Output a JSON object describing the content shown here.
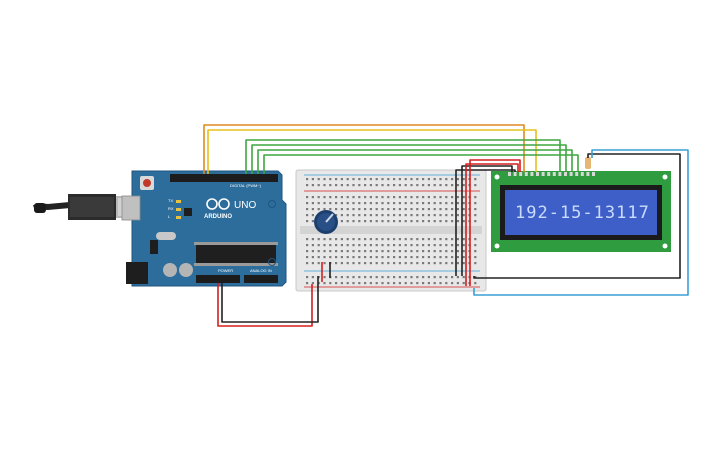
{
  "arduino": {
    "brand": "ARDUINO",
    "model": "UNO",
    "digital_header": "DIGITAL (PWM~)",
    "power_header": "POWER",
    "analog_header": "ANALOG IN",
    "tx_label": "TX",
    "rx_label": "RX",
    "l_label": "L"
  },
  "lcd": {
    "display_text": "192-15-13117"
  },
  "colors": {
    "board": "#2d6d9c",
    "board_edge": "#1f5580",
    "wire_orange": "#e08a1e",
    "wire_yellow": "#e6c21b",
    "wire_green": "#3ea640",
    "wire_red": "#d41f1f",
    "wire_black": "#222222",
    "wire_blue": "#3a9fd6",
    "lcd_pcb": "#2e9c3f",
    "lcd_screen": "#3f5fc8",
    "breadboard": "#e8e8e8"
  }
}
